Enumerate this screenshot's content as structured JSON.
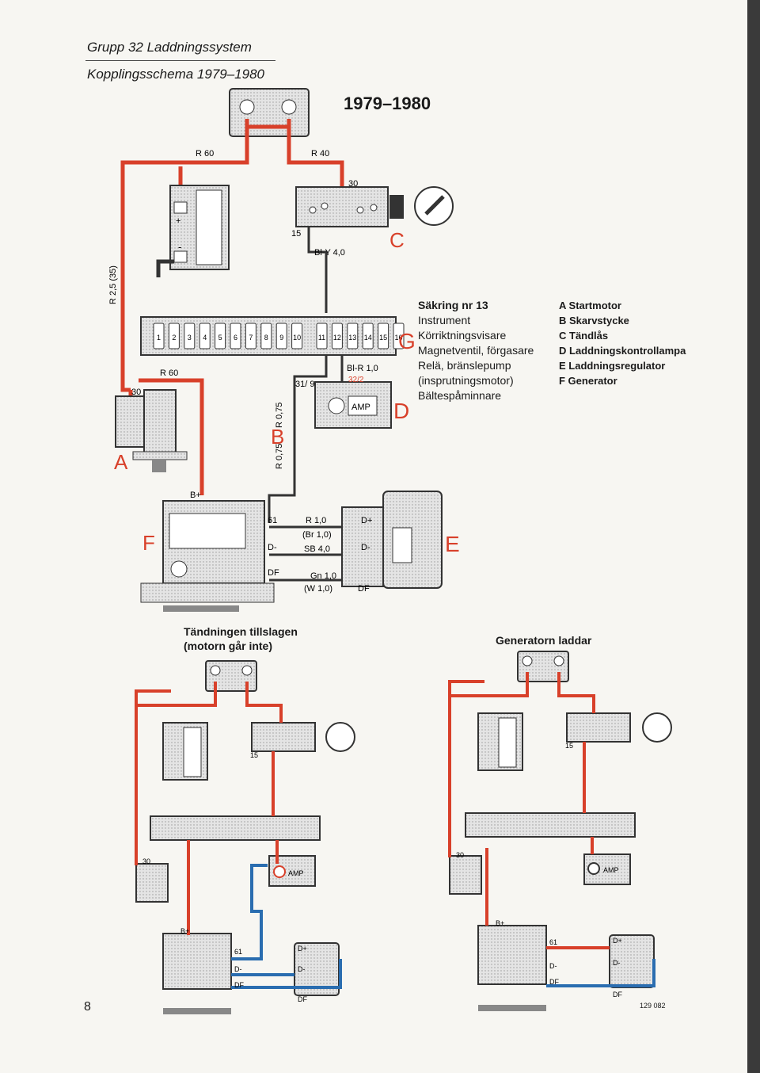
{
  "header": {
    "line1": "Grupp 32 Laddningssystem",
    "line2": "Kopplingsschema 1979–1980"
  },
  "year_title": "1979–1980",
  "fuse_legend": {
    "title": "Säkring nr 13",
    "items": [
      "Instrument",
      "Körriktningsvisare",
      "Magnetventil, förgasare",
      "Relä, bränslepump",
      "(insprutningsmotor)",
      "Bältespåminnare"
    ]
  },
  "component_legend": [
    "A Startmotor",
    "B Skarvstycke",
    "C Tändlås",
    "D Laddningskontrollampa",
    "E Laddningsregulator",
    "F Generator"
  ],
  "component_letters": {
    "a": "A",
    "b": "B",
    "c": "C",
    "d": "D",
    "e": "E",
    "f": "F",
    "g": "G"
  },
  "wire_labels": {
    "r60_top": "R 60",
    "r40": "R 40",
    "t30": "30",
    "t15": "15",
    "bly40": "Bl-Y 4,0",
    "r25": "R 2,5 (35)",
    "r60_left": "R 60",
    "t30_starter": "30",
    "t31_9": "31/ 9",
    "blr10": "Bl-R 1,0",
    "t32_2": "32/2",
    "r075_a": "R 0,75",
    "r075_b": "R 0,75",
    "bplus": "B+",
    "t61": "61",
    "dminus": "D-",
    "df": "DF",
    "r10": "R 1,0",
    "br10": "(Br 1,0)",
    "sb40": "SB 4,0",
    "gn10": "Gn 1,0",
    "w10": "(W 1,0)",
    "dplus_reg": "D+",
    "dminus_reg": "D-",
    "df_reg": "DF",
    "amp": "AMP",
    "amp_small": "AMP",
    "plus": "+",
    "minus": "-"
  },
  "fuse_numbers": [
    "1",
    "2",
    "3",
    "4",
    "5",
    "6",
    "7",
    "8",
    "9",
    "10",
    "11",
    "12",
    "13",
    "14",
    "15",
    "16"
  ],
  "subtitles": {
    "ignition_on": "Tändningen tillslagen (motorn går inte)",
    "charging": "Generatorn laddar"
  },
  "page_number": "8",
  "figure_ref": "129 082",
  "colors": {
    "wire_red": "#d8402a",
    "wire_blue": "#2a6db0",
    "ink": "#2a2a2a",
    "component_fill": "#d9d9d9"
  }
}
